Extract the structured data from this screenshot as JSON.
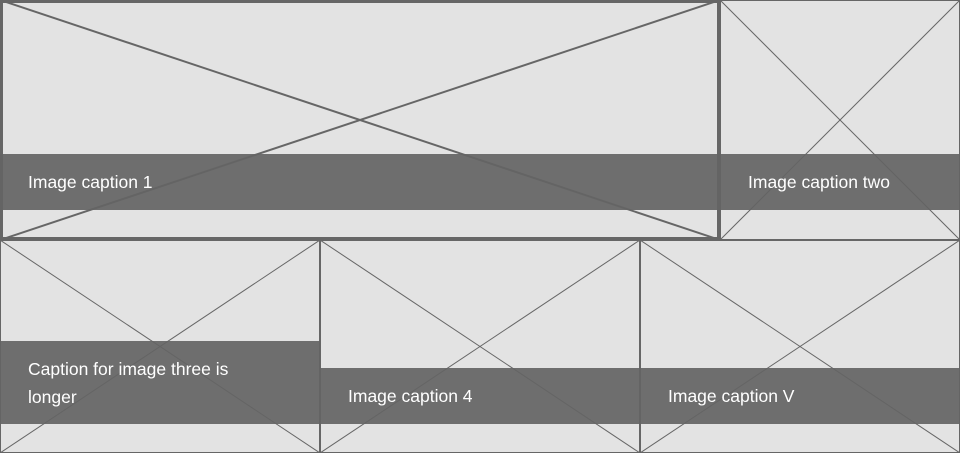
{
  "gallery": {
    "tiles": [
      {
        "icon": "image-placeholder-icon",
        "caption": "Image caption 1"
      },
      {
        "icon": "image-placeholder-icon",
        "caption": "Image caption two"
      },
      {
        "icon": "image-placeholder-icon",
        "caption": "Caption for image three is longer"
      },
      {
        "icon": "image-placeholder-icon",
        "caption": "Image caption 4"
      },
      {
        "icon": "image-placeholder-icon",
        "caption": "Image caption V"
      }
    ]
  },
  "colors": {
    "placeholder_bg": "#e3e3e3",
    "placeholder_stroke": "#666666",
    "caption_bg": "#6b6b6b",
    "caption_text": "#ffffff"
  }
}
